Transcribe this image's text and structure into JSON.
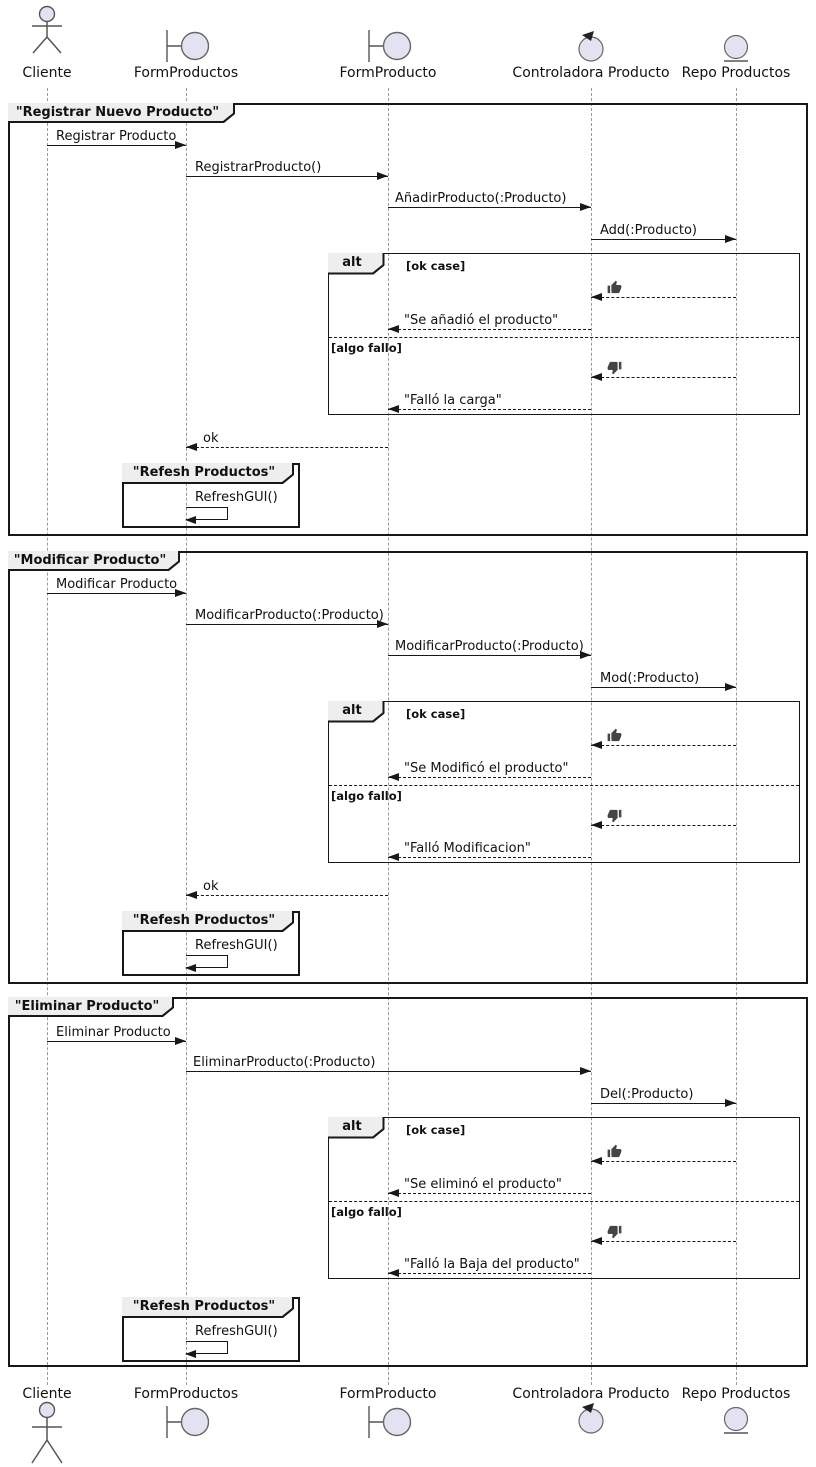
{
  "participants": {
    "cliente": {
      "label": "Cliente",
      "icon": "actor-icon"
    },
    "form_productos": {
      "label": "FormProductos",
      "icon": "boundary-icon"
    },
    "form_producto": {
      "label": "FormProducto",
      "icon": "boundary-icon"
    },
    "controladora": {
      "label": "Controladora Producto",
      "icon": "control-icon"
    },
    "repo": {
      "label": "Repo Productos",
      "icon": "entity-icon"
    }
  },
  "common": {
    "alt_operator": "alt",
    "guard_ok": "[ok case]",
    "guard_fail": "[algo fallo]",
    "ok_return": "ok",
    "refresh_frame_title": "\"Refesh Productos\"",
    "refresh_call": "RefreshGUI()",
    "thumbs_up_icon": "thumbs-up",
    "thumbs_down_icon": "thumbs-down"
  },
  "frames": {
    "registrar": {
      "title": "\"Registrar Nuevo Producto\"",
      "msg_registrar": "Registrar Producto",
      "msg_registrar_fn": "RegistrarProducto()",
      "msg_anadir": "AñadirProducto(:Producto)",
      "msg_add": "Add(:Producto)",
      "ret_ok": "\"Se añadió el producto\"",
      "ret_fail": "\"Falló la carga\""
    },
    "modificar": {
      "title": "\"Modificar Producto\"",
      "msg_modificar": "Modificar Producto",
      "msg_modificar_fn": "ModificarProducto(:Producto)",
      "msg_modificar_fn2": "ModificarProducto(:Producto)",
      "msg_mod": "Mod(:Producto)",
      "ret_ok": "\"Se Modificó el producto\"",
      "ret_fail": "\"Falló Modificacion\""
    },
    "eliminar": {
      "title": "\"Eliminar Producto\"",
      "msg_eliminar": "Eliminar Producto",
      "msg_eliminar_fn": "EliminarProducto(:Producto)",
      "msg_del": "Del(:Producto)",
      "ret_ok": "\"Se eliminó el producto\"",
      "ret_fail": "\"Falló la Baja del producto\""
    }
  },
  "colors": {
    "line": "#181818",
    "lifeline": "#999999",
    "frame_label_fill": "#EEEEEE",
    "icon_fill": "#E2E2F0",
    "background": "#FFFFFF"
  }
}
